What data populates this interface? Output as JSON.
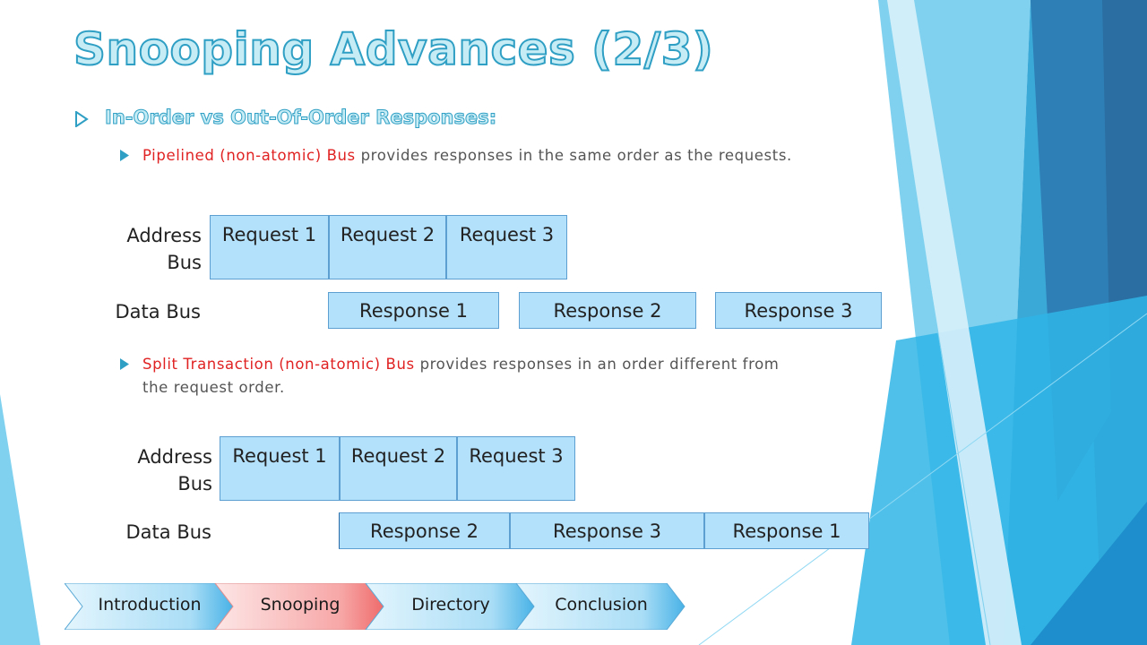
{
  "title": "Snooping Advances (2/3)",
  "section_heading": "In-Order vs Out-Of-Order Responses:",
  "bullets": [
    {
      "highlight": "Pipelined (non-atomic) Bus",
      "text": " provides responses in the same order as the requests."
    },
    {
      "highlight": "Split Transaction (non-atomic) Bus",
      "text": " provides responses in an order different from",
      "text_line2": "the request order."
    }
  ],
  "diagram_pipelined": {
    "address_label_line1": "Address",
    "address_label_line2": "Bus",
    "data_label": "Data Bus",
    "requests": [
      "Request 1",
      "Request 2",
      "Request 3"
    ],
    "responses": [
      "Response 1",
      "Response 2",
      "Response 3"
    ]
  },
  "diagram_split": {
    "address_label_line1": "Address",
    "address_label_line2": "Bus",
    "data_label": "Data Bus",
    "requests": [
      "Request 1",
      "Request 2",
      "Request 3"
    ],
    "responses": [
      "Response 2",
      "Response 3",
      "Response 1"
    ]
  },
  "nav": {
    "items": [
      "Introduction",
      "Snooping",
      "Directory",
      "Conclusion"
    ],
    "active_index": 1
  },
  "colors": {
    "accent": "#2f9fc4",
    "highlight_text": "#e02222",
    "cell_fill": "#b3e0fb",
    "cell_border": "#5d9fd1"
  }
}
